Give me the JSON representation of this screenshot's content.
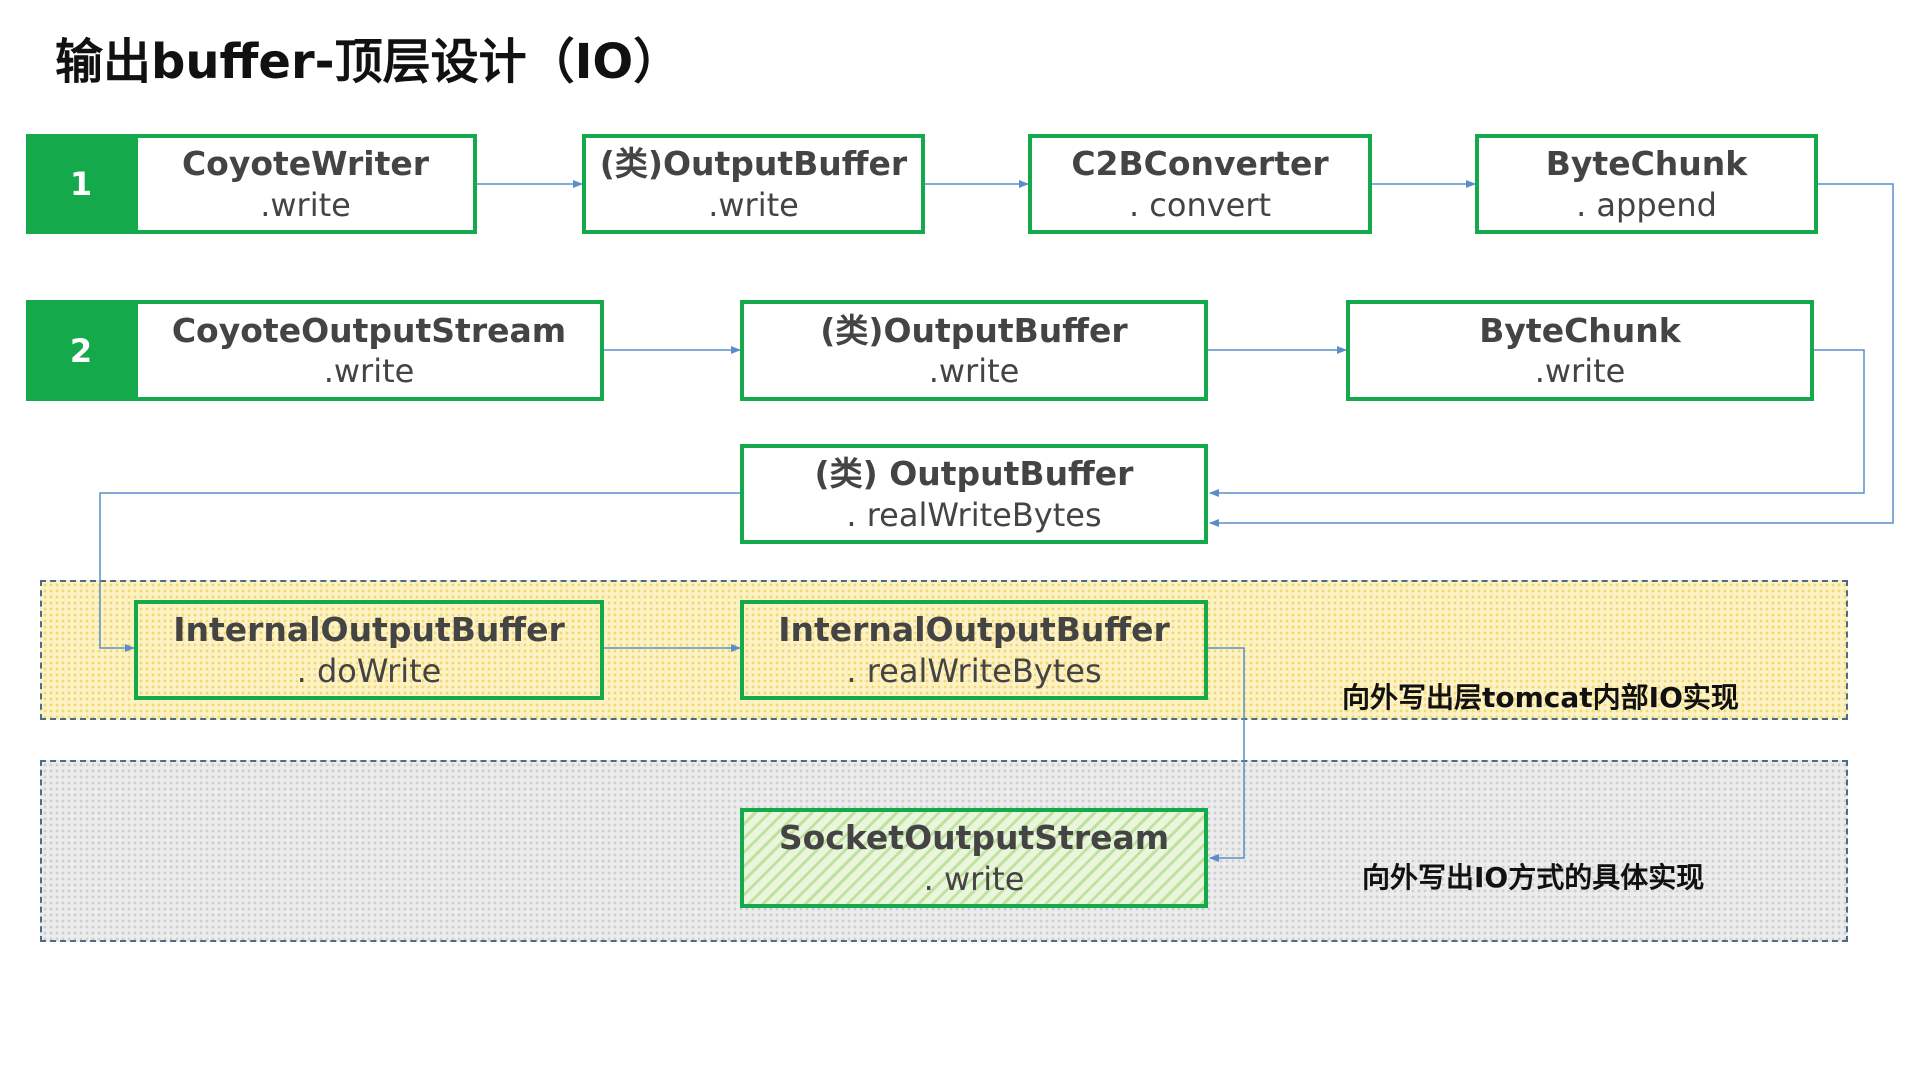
{
  "title": "输出buffer-顶层设计（IO）",
  "flow1": {
    "badge": "1",
    "nodes": [
      {
        "name": "CoyoteWriter",
        "method": ".write"
      },
      {
        "name": "(类)OutputBuffer",
        "method": ".write"
      },
      {
        "name": "C2BConverter",
        "method": ". convert"
      },
      {
        "name": "ByteChunk",
        "method": ". append"
      }
    ]
  },
  "flow2": {
    "badge": "2",
    "nodes": [
      {
        "name": "CoyoteOutputStream",
        "method": ".write"
      },
      {
        "name": "(类)OutputBuffer",
        "method": ".write"
      },
      {
        "name": "ByteChunk",
        "method": ".write"
      }
    ]
  },
  "merge": {
    "name": "(类) OutputBuffer",
    "method": ". realWriteBytes"
  },
  "tomcat_layer": {
    "label": "向外写出层tomcat内部IO实现",
    "nodes": [
      {
        "name": "InternalOutputBuffer",
        "method": ". doWrite"
      },
      {
        "name": "InternalOutputBuffer",
        "method": ". realWriteBytes"
      }
    ]
  },
  "io_layer": {
    "label": "向外写出IO方式的具体实现",
    "node": {
      "name": "SocketOutputStream",
      "method": ". write"
    }
  },
  "colors": {
    "node_border": "#14a94a",
    "badge_fill": "#14a94a",
    "arrow": "#5b8ec9",
    "region_border": "#4a6b8a",
    "tomcat_region_fill": "#fdf2c3",
    "io_region_fill": "#ececec",
    "hatch_fill": "#bfe2a0"
  }
}
